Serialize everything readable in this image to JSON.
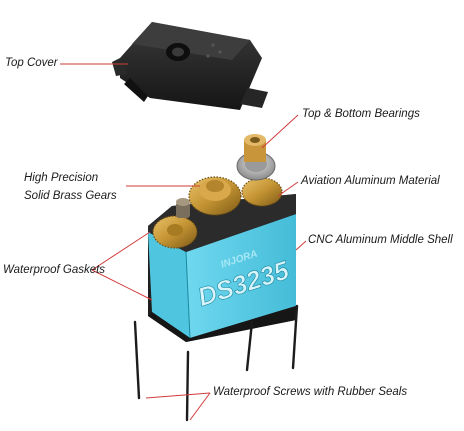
{
  "labels": {
    "top_cover": "Top Cover",
    "bearings": "Top & Bottom Bearings",
    "brass_gears_line1": "High Precision",
    "brass_gears_line2": "Solid Brass Gears",
    "aviation_aluminum": "Aviation Aluminum Material",
    "cnc_shell": "CNC Aluminum Middle Shell",
    "gaskets": "Waterproof Gaskets",
    "screws": "Waterproof Screws with Rubber Seals"
  },
  "servo": {
    "model_text": "DS3235",
    "brand_text": "INJORA"
  },
  "colors": {
    "case_blue": "#5ccfe8",
    "case_dark": "#1e1e1e",
    "brass": "#c49433",
    "leader_red": "#d23b3b"
  }
}
